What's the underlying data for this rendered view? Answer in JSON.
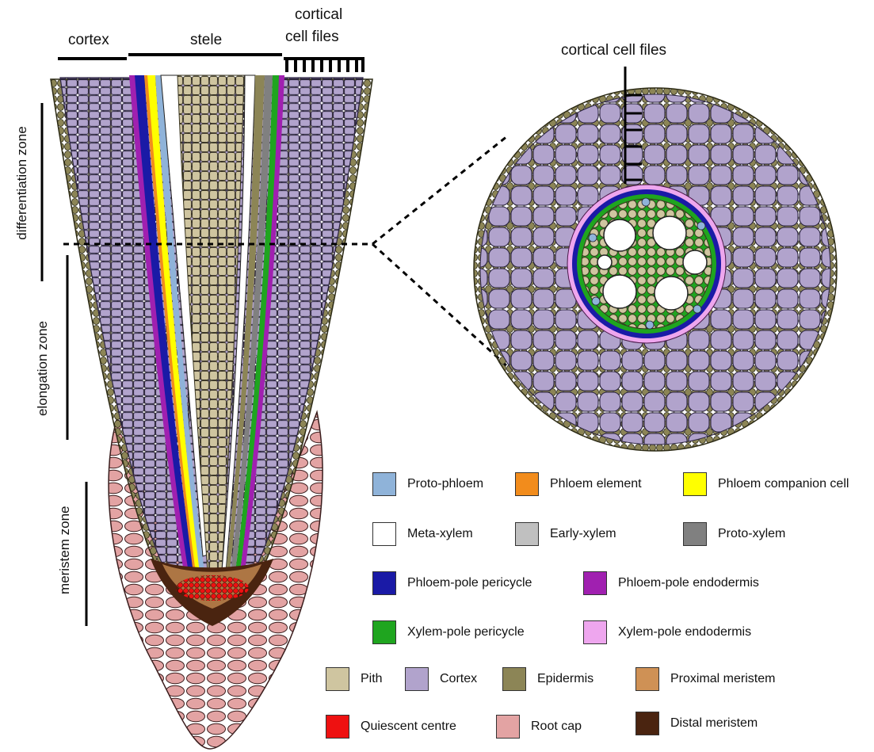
{
  "top_labels": {
    "cortex": "cortex",
    "stele": "stele",
    "cortical_cell_files_1": "cortical",
    "cortical_cell_files_2": "cell files"
  },
  "cross_section_label": "cortical cell files",
  "zone_labels": {
    "differentiation": "differentiation zone",
    "elongation": "elongation zone",
    "meristem": "meristem zone"
  },
  "legend": [
    {
      "label": "Proto-phloem",
      "color": "#8fb3d9"
    },
    {
      "label": "Phloem element",
      "color": "#f28c1c"
    },
    {
      "label": "Phloem companion cell",
      "color": "#ffff00"
    },
    {
      "label": "Meta-xylem",
      "color": "#ffffff"
    },
    {
      "label": "Early-xylem",
      "color": "#c0c0c0"
    },
    {
      "label": "Proto-xylem",
      "color": "#808080"
    },
    {
      "label": "Phloem-pole pericycle",
      "color": "#1a1aa6"
    },
    {
      "label": "Phloem-pole endodermis",
      "color": "#a020b0"
    },
    {
      "label": "Xylem-pole pericycle",
      "color": "#1fa51f"
    },
    {
      "label": "Xylem-pole endodermis",
      "color": "#eea6ee"
    },
    {
      "label": "Pith",
      "color": "#cfc5a0"
    },
    {
      "label": "Cortex",
      "color": "#b1a3cc"
    },
    {
      "label": "Epidermis",
      "color": "#8c8556"
    },
    {
      "label": "Proximal meristem",
      "color": "#cf9155"
    },
    {
      "label": "Quiescent centre",
      "color": "#ee1111"
    },
    {
      "label": "Root cap",
      "color": "#e3a3a3"
    },
    {
      "label": "Distal meristem",
      "color": "#4a2410"
    }
  ]
}
